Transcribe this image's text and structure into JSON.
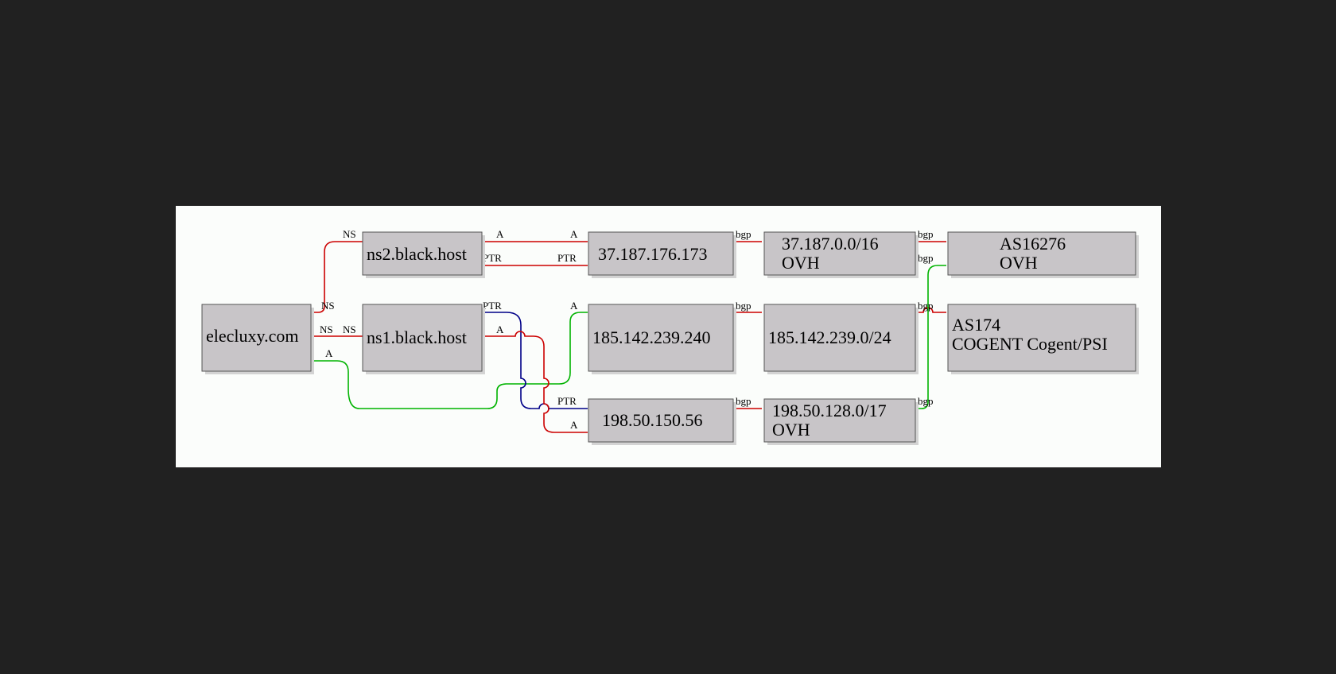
{
  "colors": {
    "background": "#212121",
    "canvas": "#fbfdfb",
    "node_fill": "#c8c5c8",
    "red": "#cc0000",
    "green": "#00b300",
    "blue": "#000088"
  },
  "nodes": {
    "domain": {
      "lines": [
        "elecluxy.com"
      ]
    },
    "ns2": {
      "lines": [
        "ns2.black.host"
      ]
    },
    "ns1": {
      "lines": [
        "ns1.black.host"
      ]
    },
    "ip1": {
      "lines": [
        "37.187.176.173"
      ]
    },
    "ip2": {
      "lines": [
        "185.142.239.240"
      ]
    },
    "ip3": {
      "lines": [
        "198.50.150.56"
      ]
    },
    "net1": {
      "lines": [
        "37.187.0.0/16",
        "OVH"
      ]
    },
    "net2": {
      "lines": [
        "185.142.239.0/24"
      ]
    },
    "net3": {
      "lines": [
        "198.50.128.0/17",
        "OVH"
      ]
    },
    "as1": {
      "lines": [
        "AS16276",
        "OVH"
      ]
    },
    "as2": {
      "lines": [
        "AS174",
        "COGENT Cogent/PSI"
      ]
    }
  },
  "edge_labels": {
    "ns": "NS",
    "a": "A",
    "ptr": "PTR",
    "bgp": "bgp"
  }
}
